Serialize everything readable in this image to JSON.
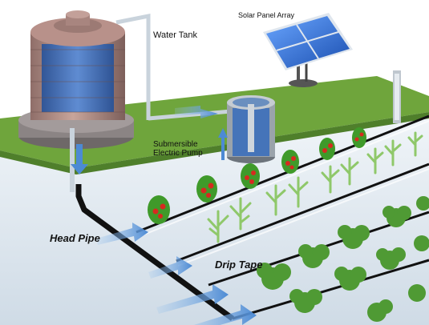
{
  "labels": {
    "water_tank": "Water Tank",
    "solar_panel_array": "Solar Panel Array",
    "pump_line1": "Submersible",
    "pump_line2": "Electric Pump",
    "head_pipe": "Head Pipe",
    "drip_tape": "Drip Tape"
  },
  "colors": {
    "ground": "#dfe8ef",
    "grass": "#6fa53c",
    "pipe": "#111111",
    "flow_arrow": "#5b97d6",
    "tank": "#b58f86",
    "water": "#2f68bd",
    "panel": "#2c6fd4",
    "plant": "#3f9a2a",
    "tomato": "#d62a1f",
    "corn": "#8fc86a",
    "shrub": "#4f9a34"
  },
  "components": [
    "water-tank",
    "solar-panel-array",
    "submersible-pump",
    "head-pipe",
    "drip-tape",
    "tomato-plants",
    "corn-plants",
    "shrubs"
  ]
}
